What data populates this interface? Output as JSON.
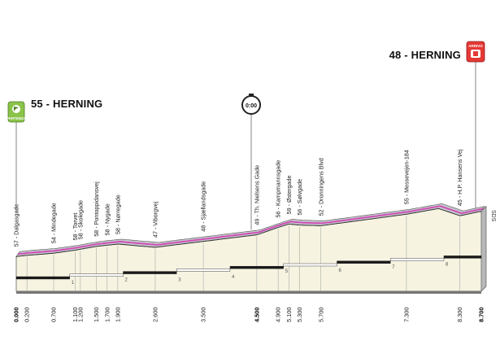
{
  "start": {
    "label": "55 - HERNING",
    "badge": "PARTENZA"
  },
  "finish": {
    "label": "48 - HERNING",
    "badge": "ARRIVO"
  },
  "timing": {
    "label": "0:00"
  },
  "end_code": "SDS",
  "colors": {
    "profile_fill": "#f6f4e1",
    "profile_side": "#b8b8b8",
    "road_top": "#c6c6cc",
    "road_line": "#d04ab6",
    "start_badge": "#8bc34a",
    "finish_badge": "#e53935"
  },
  "chart_data": {
    "type": "area",
    "total_km": 8.7,
    "xlim": [
      0,
      8.7
    ],
    "profile": [
      [
        0,
        55
      ],
      [
        0.2,
        55
      ],
      [
        0.7,
        54
      ],
      [
        1.1,
        55
      ],
      [
        1.5,
        57
      ],
      [
        1.9,
        57
      ],
      [
        2.6,
        47
      ],
      [
        3.5,
        48
      ],
      [
        4.5,
        49
      ],
      [
        4.9,
        56
      ],
      [
        5.1,
        59
      ],
      [
        5.3,
        56
      ],
      [
        5.7,
        52
      ],
      [
        7.3,
        55
      ],
      [
        7.9,
        58
      ],
      [
        8.3,
        45
      ],
      [
        8.7,
        48
      ]
    ],
    "km_ticks": [
      "1",
      "2",
      "3",
      "4",
      "5",
      "6",
      "7",
      "8"
    ],
    "waypoints": [
      {
        "km": 0.0,
        "km_label": "0.000",
        "label": "57 - Dalgasgade",
        "bold": true
      },
      {
        "km": 0.2,
        "km_label": "0.200",
        "label": ""
      },
      {
        "km": 0.7,
        "km_label": "0.700",
        "label": "54 - Mindegade"
      },
      {
        "km": 1.1,
        "km_label": "1.100",
        "label": "58 - Torvet"
      },
      {
        "km": 1.2,
        "km_label": "1.200",
        "label": "58 - Skolegade"
      },
      {
        "km": 1.5,
        "km_label": "1.500",
        "label": "58 - Pontoppidansvej"
      },
      {
        "km": 1.7,
        "km_label": "1.700",
        "label": "58 - Nygade"
      },
      {
        "km": 1.9,
        "km_label": "1.900",
        "label": "58 - Nørregade"
      },
      {
        "km": 2.6,
        "km_label": "2.600",
        "label": "47 - Viborgvej"
      },
      {
        "km": 3.5,
        "km_label": "3.500",
        "label": "48 - Sjællandsgade"
      },
      {
        "km": 4.5,
        "km_label": "4.500",
        "label": "49 - Th. Nielsens Gade",
        "bold": true
      },
      {
        "km": 4.9,
        "km_label": "4.900",
        "label": "56 - Kampmannsgade"
      },
      {
        "km": 5.1,
        "km_label": "5.100",
        "label": "59 - Østergade"
      },
      {
        "km": 5.3,
        "km_label": "5.300",
        "label": "56 - Sølvgade"
      },
      {
        "km": 5.7,
        "km_label": "5.700",
        "label": "52 - Dronningens Blvd"
      },
      {
        "km": 7.3,
        "km_label": "7.300",
        "label": "55 - Messevejen-184"
      },
      {
        "km": 8.3,
        "km_label": "8.300",
        "label": "45 - H.P. Hansens Vej"
      },
      {
        "km": 8.7,
        "km_label": "8.700",
        "label": "",
        "bold": true
      }
    ]
  }
}
